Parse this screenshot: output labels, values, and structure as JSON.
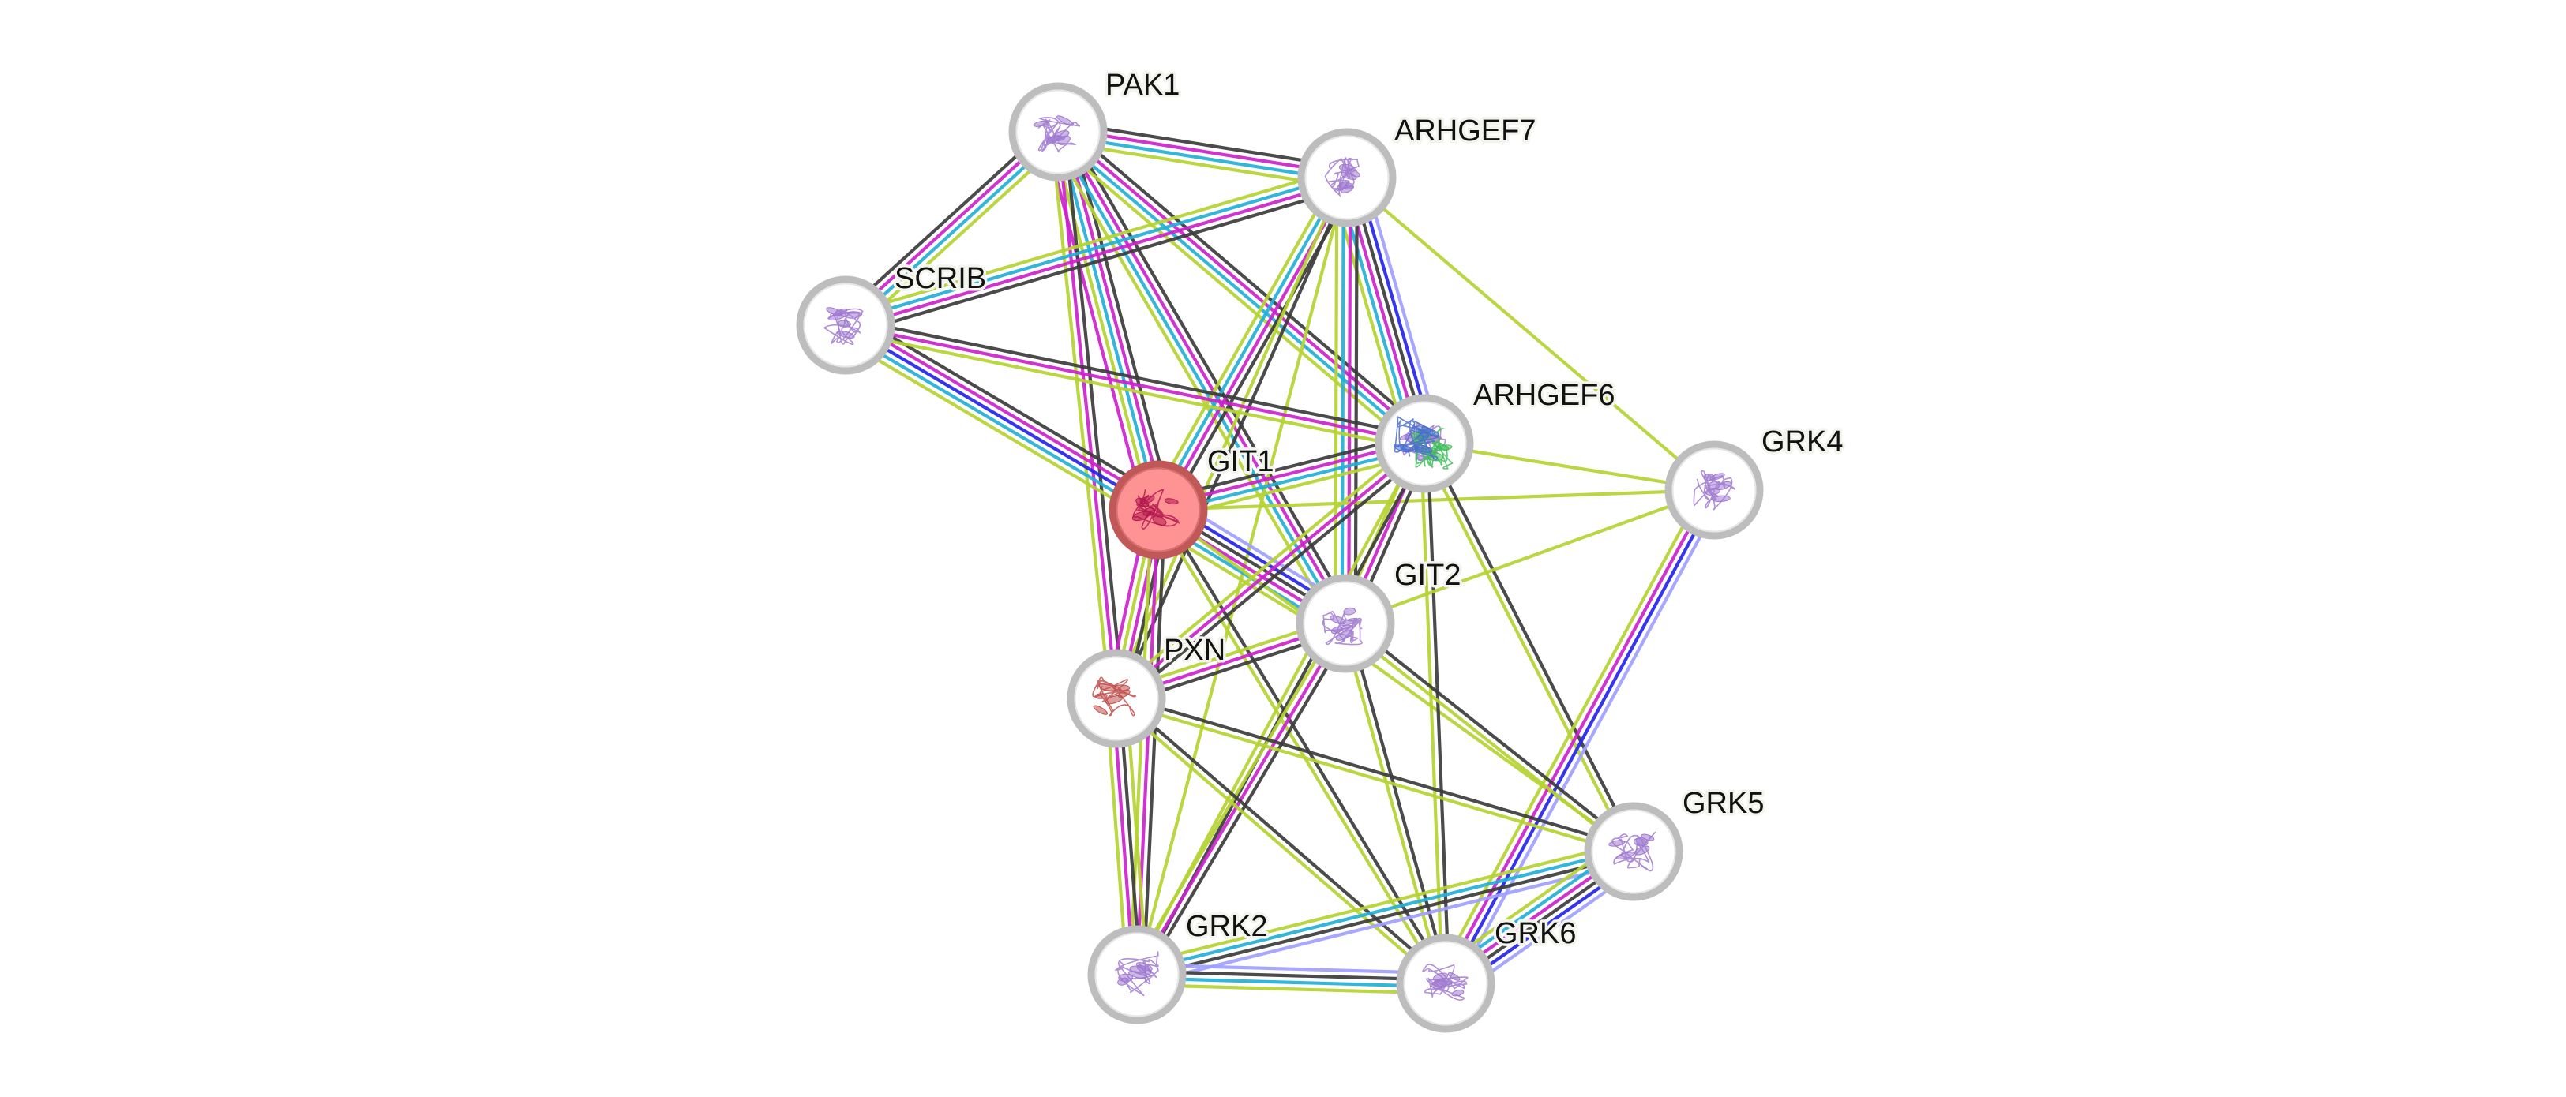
{
  "colors": {
    "textmining": "#b5d333",
    "coexpression": "#3c3c3c",
    "experiments": "#cc22cc",
    "databases": "#22b0d6",
    "homology": "#a0a0ff",
    "cooccurrence": "#2424ee",
    "node_ring": "#bdbdbd",
    "node_fill": "#ffffff",
    "query_fill": "#ff9393",
    "query_ring": "#c05858",
    "protein_purple": "#a07ad0",
    "protein_query": "#b3174f"
  },
  "nodes": [
    {
      "id": "PAK1",
      "label": "PAK1",
      "query": false,
      "icon": "protein-structure-icon"
    },
    {
      "id": "ARHGEF7",
      "label": "ARHGEF7",
      "query": false,
      "icon": "protein-structure-icon"
    },
    {
      "id": "SCRIB",
      "label": "SCRIB",
      "query": false,
      "icon": "protein-structure-icon"
    },
    {
      "id": "GIT1",
      "label": "GIT1",
      "query": true,
      "icon": "protein-structure-icon"
    },
    {
      "id": "ARHGEF6",
      "label": "ARHGEF6",
      "query": false,
      "icon": "protein-structure-icon"
    },
    {
      "id": "GRK4",
      "label": "GRK4",
      "query": false,
      "icon": "protein-structure-icon"
    },
    {
      "id": "GIT2",
      "label": "GIT2",
      "query": false,
      "icon": "protein-structure-icon"
    },
    {
      "id": "PXN",
      "label": "PXN",
      "query": false,
      "icon": "protein-structure-icon"
    },
    {
      "id": "GRK5",
      "label": "GRK5",
      "query": false,
      "icon": "protein-structure-icon"
    },
    {
      "id": "GRK2",
      "label": "GRK2",
      "query": false,
      "icon": "protein-structure-icon"
    },
    {
      "id": "GRK6",
      "label": "GRK6",
      "query": false,
      "icon": "protein-structure-icon"
    }
  ],
  "edges": [
    {
      "source": "PAK1",
      "target": "ARHGEF7",
      "evidence": [
        "coexpression",
        "experiments",
        "databases",
        "textmining"
      ]
    },
    {
      "source": "PAK1",
      "target": "SCRIB",
      "evidence": [
        "textmining",
        "databases",
        "experiments",
        "coexpression"
      ]
    },
    {
      "source": "PAK1",
      "target": "GIT1",
      "evidence": [
        "coexpression",
        "experiments",
        "databases",
        "textmining",
        "experiments"
      ]
    },
    {
      "source": "PAK1",
      "target": "PXN",
      "evidence": [
        "coexpression",
        "experiments",
        "textmining"
      ]
    },
    {
      "source": "PAK1",
      "target": "GIT2",
      "evidence": [
        "coexpression",
        "experiments",
        "databases",
        "textmining"
      ]
    },
    {
      "source": "PAK1",
      "target": "ARHGEF6",
      "evidence": [
        "coexpression",
        "experiments",
        "databases",
        "textmining"
      ]
    },
    {
      "source": "ARHGEF7",
      "target": "SCRIB",
      "evidence": [
        "coexpression",
        "experiments",
        "databases",
        "textmining"
      ]
    },
    {
      "source": "ARHGEF7",
      "target": "GIT1",
      "evidence": [
        "coexpression",
        "experiments",
        "databases",
        "textmining"
      ]
    },
    {
      "source": "ARHGEF7",
      "target": "ARHGEF6",
      "evidence": [
        "homology",
        "cooccurrence",
        "coexpression",
        "experiments",
        "databases",
        "textmining"
      ]
    },
    {
      "source": "ARHGEF7",
      "target": "GIT2",
      "evidence": [
        "coexpression",
        "experiments",
        "databases",
        "textmining"
      ]
    },
    {
      "source": "ARHGEF7",
      "target": "PXN",
      "evidence": [
        "coexpression",
        "textmining"
      ]
    },
    {
      "source": "ARHGEF7",
      "target": "GRK4",
      "evidence": [
        "textmining"
      ]
    },
    {
      "source": "ARHGEF7",
      "target": "GRK2",
      "evidence": [
        "textmining"
      ]
    },
    {
      "source": "SCRIB",
      "target": "GIT1",
      "evidence": [
        "coexpression",
        "experiments",
        "cooccurrence",
        "databases",
        "textmining"
      ]
    },
    {
      "source": "SCRIB",
      "target": "ARHGEF6",
      "evidence": [
        "coexpression",
        "experiments",
        "textmining"
      ]
    },
    {
      "source": "GIT1",
      "target": "ARHGEF6",
      "evidence": [
        "coexpression",
        "experiments",
        "databases",
        "textmining"
      ]
    },
    {
      "source": "GIT1",
      "target": "GIT2",
      "evidence": [
        "homology",
        "cooccurrence",
        "coexpression",
        "experiments",
        "databases",
        "textmining"
      ]
    },
    {
      "source": "GIT1",
      "target": "PXN",
      "evidence": [
        "coexpression",
        "experiments",
        "textmining",
        "experiments"
      ]
    },
    {
      "source": "GIT1",
      "target": "GRK4",
      "evidence": [
        "textmining"
      ]
    },
    {
      "source": "GIT1",
      "target": "GRK2",
      "evidence": [
        "coexpression",
        "experiments",
        "textmining"
      ]
    },
    {
      "source": "GIT1",
      "target": "GRK6",
      "evidence": [
        "coexpression",
        "textmining"
      ]
    },
    {
      "source": "GIT1",
      "target": "GRK5",
      "evidence": [
        "textmining"
      ]
    },
    {
      "source": "ARHGEF6",
      "target": "GRK4",
      "evidence": [
        "textmining"
      ]
    },
    {
      "source": "ARHGEF6",
      "target": "GIT2",
      "evidence": [
        "coexpression",
        "experiments",
        "textmining"
      ]
    },
    {
      "source": "ARHGEF6",
      "target": "PXN",
      "evidence": [
        "coexpression",
        "experiments",
        "textmining"
      ]
    },
    {
      "source": "ARHGEF6",
      "target": "GRK5",
      "evidence": [
        "coexpression",
        "textmining"
      ]
    },
    {
      "source": "ARHGEF6",
      "target": "GRK6",
      "evidence": [
        "coexpression",
        "textmining"
      ]
    },
    {
      "source": "ARHGEF6",
      "target": "GRK2",
      "evidence": [
        "coexpression",
        "textmining"
      ]
    },
    {
      "source": "GRK4",
      "target": "GIT2",
      "evidence": [
        "textmining"
      ]
    },
    {
      "source": "GRK4",
      "target": "GRK6",
      "evidence": [
        "homology",
        "cooccurrence",
        "experiments",
        "textmining"
      ]
    },
    {
      "source": "GIT2",
      "target": "PXN",
      "evidence": [
        "coexpression",
        "experiments",
        "textmining"
      ]
    },
    {
      "source": "GIT2",
      "target": "GRK2",
      "evidence": [
        "coexpression",
        "experiments",
        "textmining"
      ]
    },
    {
      "source": "GIT2",
      "target": "GRK5",
      "evidence": [
        "coexpression",
        "textmining"
      ]
    },
    {
      "source": "GIT2",
      "target": "GRK6",
      "evidence": [
        "coexpression",
        "textmining"
      ]
    },
    {
      "source": "PXN",
      "target": "GRK2",
      "evidence": [
        "textmining",
        "coexpression",
        "experiments",
        "textmining"
      ]
    },
    {
      "source": "PXN",
      "target": "GRK5",
      "evidence": [
        "coexpression",
        "textmining"
      ]
    },
    {
      "source": "PXN",
      "target": "GRK6",
      "evidence": [
        "coexpression",
        "textmining"
      ]
    },
    {
      "source": "GRK5",
      "target": "GRK2",
      "evidence": [
        "homology",
        "coexpression",
        "databases",
        "textmining"
      ]
    },
    {
      "source": "GRK5",
      "target": "GRK6",
      "evidence": [
        "homology",
        "cooccurrence",
        "coexpression",
        "experiments",
        "databases",
        "textmining"
      ]
    },
    {
      "source": "GRK2",
      "target": "GRK6",
      "evidence": [
        "homology",
        "coexpression",
        "databases",
        "textmining"
      ]
    }
  ]
}
